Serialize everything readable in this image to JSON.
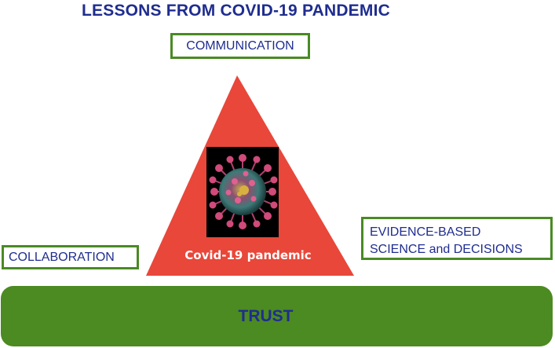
{
  "title": "LESSONS FROM COVID-19 PANDEMIC",
  "nodes": {
    "communication": "COMMUNICATION",
    "collaboration": "COLLABORATION",
    "evidence_line1": "EVIDENCE-BASED",
    "evidence_line2": "SCIENCE and DECISIONS",
    "center": "Covid-19 pandemic",
    "base": "TRUST"
  },
  "colors": {
    "title": "#1f2d8f",
    "box_border": "#4a8a24",
    "triangle": "#e8473a",
    "trust_bar": "#4c8a22",
    "center_text": "#ffffff"
  },
  "image": {
    "icon": "coronavirus-icon"
  }
}
